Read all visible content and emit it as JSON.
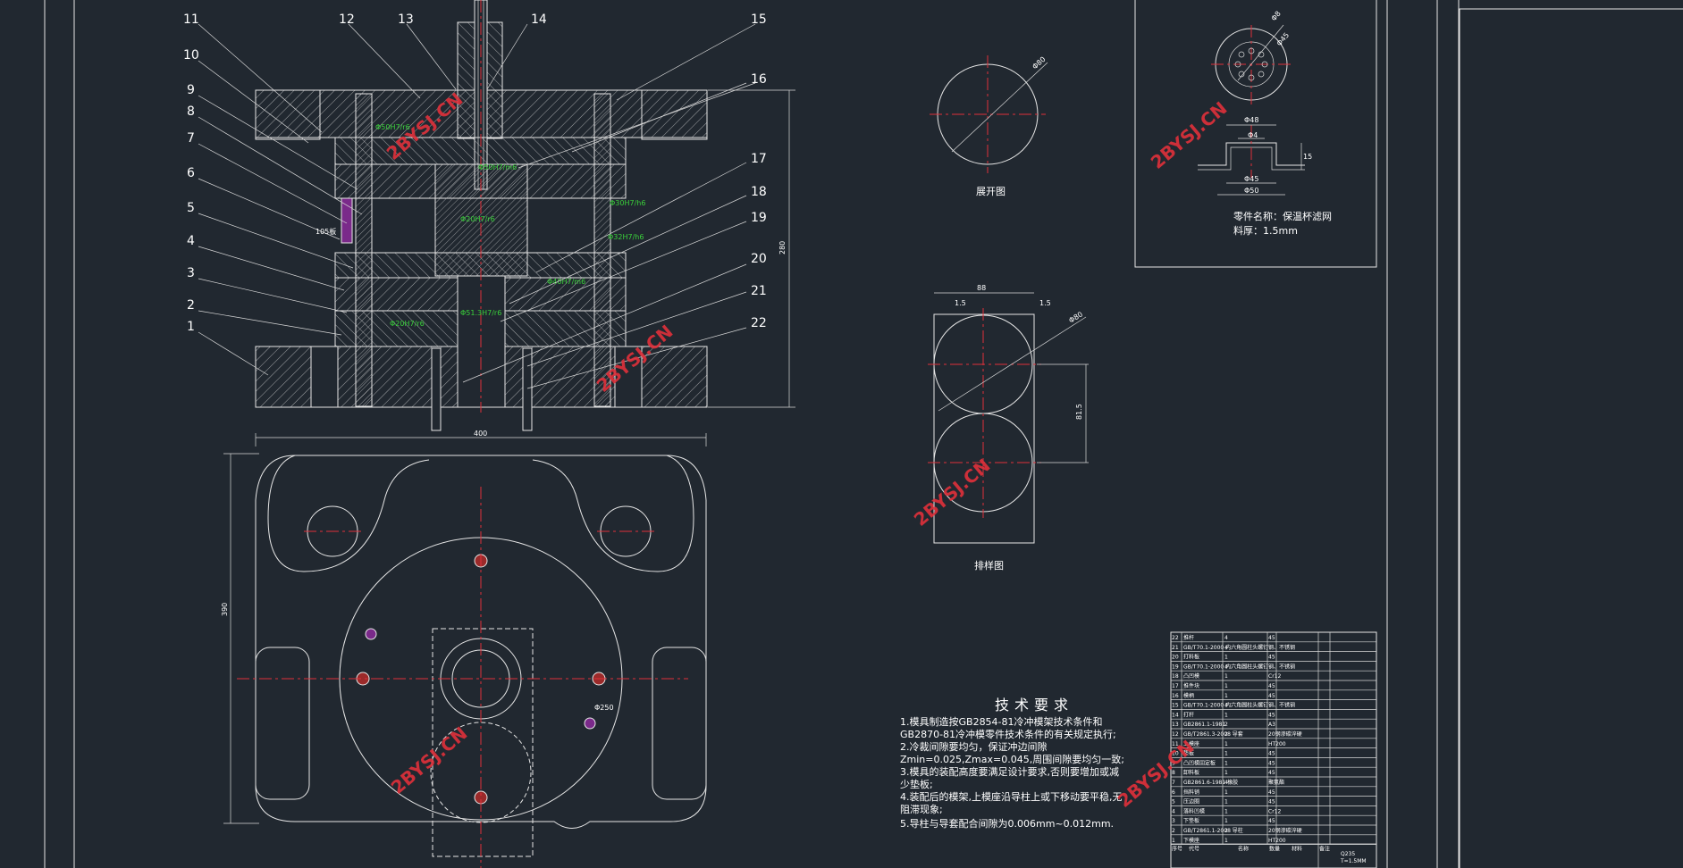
{
  "part_numbers": [
    "1",
    "2",
    "3",
    "4",
    "5",
    "6",
    "7",
    "8",
    "9",
    "10",
    "11",
    "12",
    "13",
    "14",
    "15",
    "16",
    "17",
    "18",
    "19",
    "20",
    "21",
    "22"
  ],
  "fits": [
    "Φ50H7/r6",
    "Φ50H7/m6",
    "Φ20H7/r6",
    "Φ30H7/h6",
    "Φ32H7/h6",
    "Φ40H7/m6",
    "Φ51.3H7/r6",
    "Φ20H7/r6"
  ],
  "dims": {
    "height_main": "280",
    "width_plate": "400",
    "height_plate": "390",
    "side_label": "105板",
    "bolt_circle": "Φ250",
    "blank_dia": "Φ80",
    "layout_width": "88",
    "layout_gap1": "1.5",
    "layout_gap2": "1.5",
    "layout_pitch": "81.5",
    "layout_dia": "Φ80"
  },
  "captions": {
    "blank": "展开图",
    "layout": "排样图"
  },
  "part_drawing": {
    "dims": [
      "Φ8",
      "Φ45",
      "Φ48",
      "Φ4",
      "Φ45",
      "Φ50",
      "15"
    ],
    "name_line": "零件名称：保温杯滤网",
    "material_line": "料厚：1.5mm"
  },
  "tech_req": {
    "title": "技术要求",
    "lines": [
      "1.模具制造按GB2854-81冷冲模架技术条件和",
      "GB2870-81冷冲模零件技术条件的有关规定执行;",
      "2.冷裁间隙要均匀，保证冲边间隙",
      "Zmin=0.025,Zmax=0.045,周围间隙要均匀一致;",
      "3.模具的装配高度要满足设计要求,否则要增加或减",
      "少垫板;",
      "4.装配后的模架,上模座沿导柱上或下移动要平稳,无",
      "阻滞现象;",
      "5.导柱与导套配合间隙为0.006mm~0.012mm."
    ]
  },
  "watermark": "2BYSJ.CN",
  "bom": {
    "rows": [
      [
        "22",
        "推杆",
        "4",
        "45",
        ""
      ],
      [
        "21",
        "GB/T70.1-2000 内六角圆柱头螺钉",
        "4",
        "钢、不锈钢",
        ""
      ],
      [
        "20",
        "打料板",
        "1",
        "45",
        ""
      ],
      [
        "19",
        "GB/T70.1-2000 内六角圆柱头螺钉",
        "4",
        "钢、不锈钢",
        ""
      ],
      [
        "18",
        "凸凹模",
        "1",
        "Cr12",
        ""
      ],
      [
        "17",
        "推件块",
        "1",
        "45",
        ""
      ],
      [
        "16",
        "模柄",
        "1",
        "45",
        ""
      ],
      [
        "15",
        "GB/T70.1-2000 内六角圆柱头螺钉",
        "4",
        "钢、不锈钢",
        ""
      ],
      [
        "14",
        "打杆",
        "1",
        "45",
        ""
      ],
      [
        "13",
        "GB2861.1-1981",
        "2",
        "A3",
        ""
      ],
      [
        "12",
        "GB/T2861.3-2008 导套",
        "2",
        "20钢渗碳淬硬",
        ""
      ],
      [
        "11",
        "上模座",
        "1",
        "HT200",
        ""
      ],
      [
        "10",
        "垫板",
        "1",
        "45",
        ""
      ],
      [
        "9",
        "凸凹模固定板",
        "1",
        "45",
        ""
      ],
      [
        "8",
        "卸料板",
        "1",
        "45",
        ""
      ],
      [
        "7",
        "GB2861.6-1981 橡胶",
        "4",
        "聚氨酯",
        ""
      ],
      [
        "6",
        "挡料销",
        "1",
        "45",
        ""
      ],
      [
        "5",
        "压边圈",
        "1",
        "45",
        ""
      ],
      [
        "4",
        "落料凹模",
        "1",
        "Cr12",
        ""
      ],
      [
        "3",
        "下垫板",
        "1",
        "45",
        ""
      ],
      [
        "2",
        "GB/T2861.1-2008 导柱",
        "2",
        "20钢渗碳淬硬",
        ""
      ],
      [
        "1",
        "下模座",
        "1",
        "HT200",
        ""
      ]
    ],
    "header": [
      "序号",
      "代号",
      "名称",
      "数量",
      "材料",
      "备注"
    ],
    "material": "Q235",
    "thickness": "T=1.5MM"
  }
}
